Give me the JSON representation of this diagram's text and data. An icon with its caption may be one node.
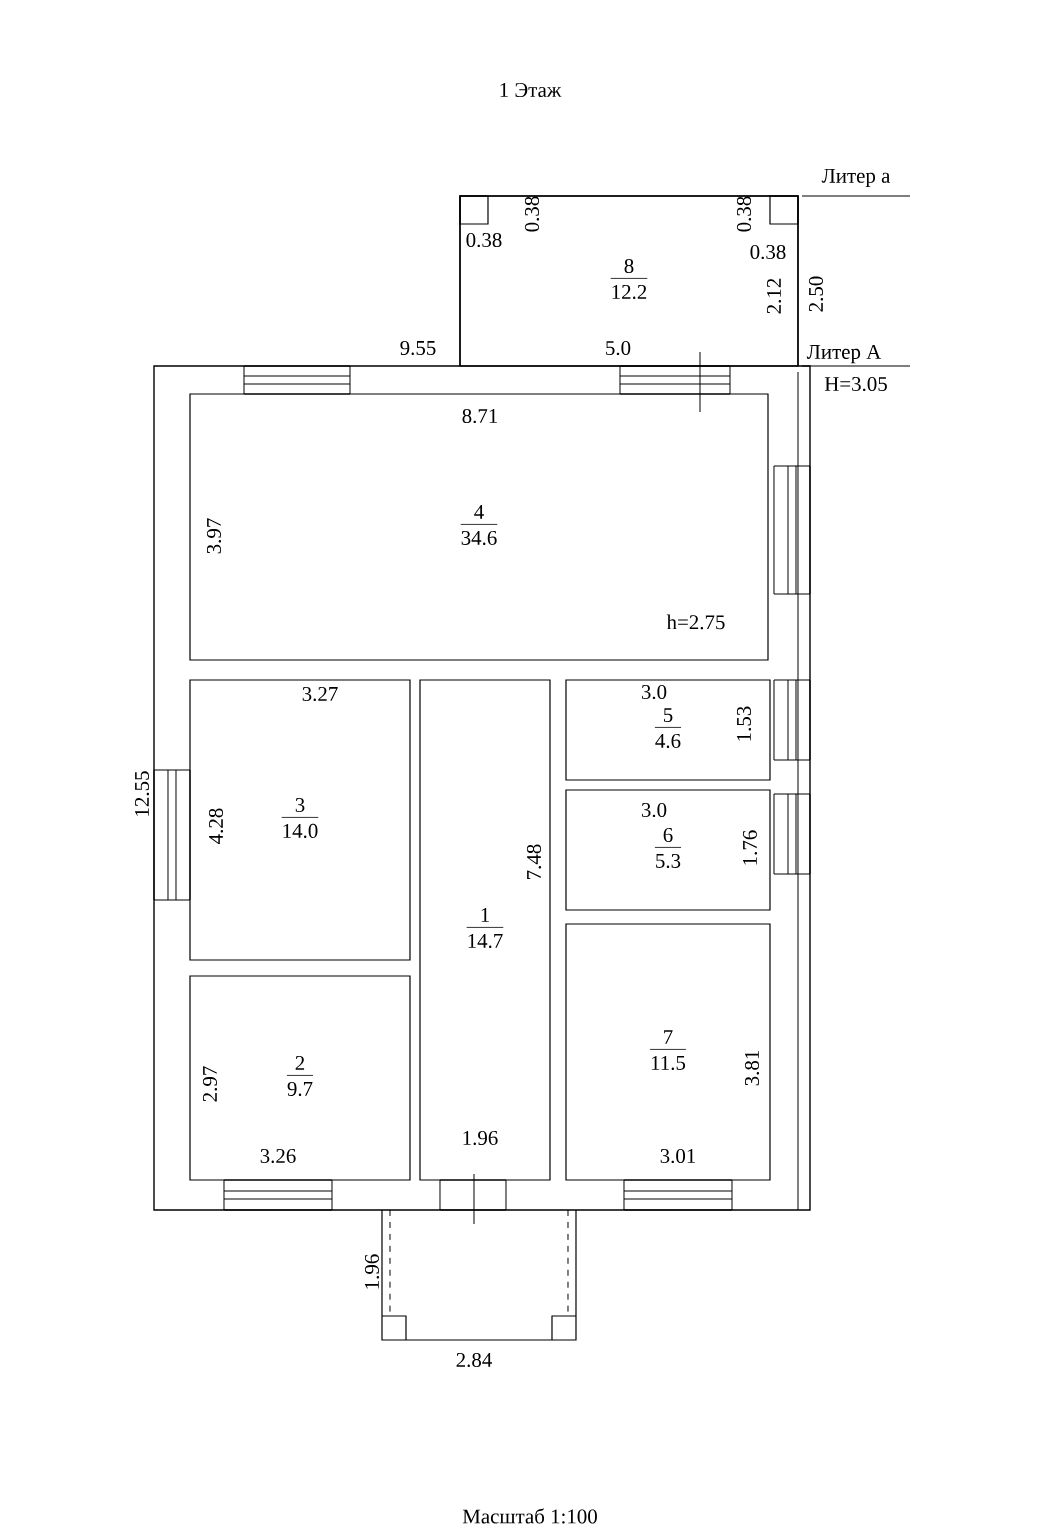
{
  "diagram": {
    "nodes": [
      {
        "text": [
          "8",
          "12.2"
        ]
      },
      {
        "text": [
          "4",
          "34.6"
        ]
      },
      {
        "text": [
          "3",
          "14.0"
        ]
      },
      {
        "text": [
          "1",
          "14.7"
        ]
      },
      {
        "text": [
          "5",
          "4.6"
        ]
      },
      {
        "text": [
          "6",
          "5.3"
        ]
      },
      {
        "text": [
          "2",
          "9.7"
        ]
      },
      {
        "text": [
          "7",
          "11.5"
        ]
      }
    ],
    "edges": [],
    "labels": [
      "1 Этаж",
      "Литер а",
      "0.38",
      "0.38",
      "0.38",
      "0.38",
      "2.12",
      "2.50",
      "9.55",
      "5.0",
      "Литер А",
      "H=3.05",
      "8.71",
      "3.97",
      "h=2.75",
      "3.27",
      "3.0",
      "1.53",
      "12.55",
      "4.28",
      "3.0",
      "7.48",
      "1.76",
      "2.97",
      "3.26",
      "1.96",
      "3.01",
      "3.81",
      "1.96",
      "2.84",
      "Масштаб 1:100"
    ]
  }
}
